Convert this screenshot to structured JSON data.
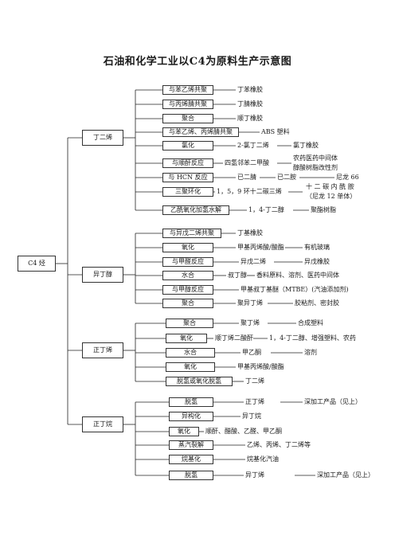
{
  "title": "石油和化学工业以C4为原料生产示意图",
  "root": "C4 烃",
  "groups": [
    {
      "label": "丁二烯",
      "rows": [
        {
          "process": "与苯乙烯共聚",
          "product": "丁苯橡胶"
        },
        {
          "process": "与丙烯腈共聚",
          "product": "丁腈橡胶"
        },
        {
          "process": "聚合",
          "product": "顺丁橡胶"
        },
        {
          "process": "与苯乙烯、丙烯腈共聚",
          "product": "ABS 塑料"
        },
        {
          "process": "氯化",
          "product": "2-氯丁二烯",
          "final": "氯丁橡胶"
        },
        {
          "process": "与顺酐反应",
          "product": "四氢邻苯二甲酸",
          "final_line1": "农药医药中间体",
          "final_line2": "醇酸树脂改性剂"
        },
        {
          "process": "与 HCN 反应",
          "product": "已二腈",
          "mid": "已二胺",
          "final": "尼龙 66"
        },
        {
          "process": "三聚环化",
          "product": "1，5，9 环十二碳三烯",
          "final_line1": "十 二 碳 内 酰 胺",
          "final_line2": "（尼龙 12 单体）"
        },
        {
          "process": "乙酰氧化加氢水解",
          "product": "1，4-丁二醇",
          "final": "聚酯树脂"
        }
      ]
    },
    {
      "label": "异丁醇",
      "rows": [
        {
          "process": "与异戊二烯共聚",
          "product": "丁基橡胶"
        },
        {
          "process": "氧化",
          "product": "甲基丙烯酸/酸酯",
          "final": "有机玻璃"
        },
        {
          "process": "与甲醛反应",
          "product": "异戊二烯",
          "final": "异戊橡胶"
        },
        {
          "process": "水合",
          "product": "叔丁醇",
          "final": "香料原料、溶剂、医药中间体"
        },
        {
          "process": "与甲醇反应",
          "product": "甲基叔丁基醚（MTBE）(汽油添加剂)"
        },
        {
          "process": "聚合",
          "product": "聚异丁烯",
          "final": "胶粘剂、密封胶"
        }
      ]
    },
    {
      "label": "正丁烯",
      "rows": [
        {
          "process": "聚合",
          "product": "聚丁烯",
          "final": "合成塑料"
        },
        {
          "process": "氧化",
          "product": "顺丁烯二酸酐",
          "final": "1，4-丁二醇、增强塑料、农药"
        },
        {
          "process": "水合",
          "product": "甲乙酮",
          "final": "溶剂"
        },
        {
          "process": "氧化",
          "product": "甲基丙烯酸/酸酯"
        },
        {
          "process": "脱氢或氧化脱氢",
          "product": "丁二烯"
        }
      ]
    },
    {
      "label": "正丁烷",
      "rows": [
        {
          "process": "脱氢",
          "product": "正丁烯",
          "final": "深加工产品（见上）"
        },
        {
          "process": "异构化",
          "product": "异丁烷"
        },
        {
          "process": "氧化",
          "product": "顺酐、醋酸、乙醛、甲乙酮"
        },
        {
          "process": "蒸汽裂解",
          "product": "乙烯、丙烯、丁二烯等"
        },
        {
          "process": "烷基化",
          "product": "烷基化汽油"
        },
        {
          "process": "脱氢",
          "product": "异丁烯",
          "final": "深加工产品（见上）"
        }
      ]
    }
  ]
}
